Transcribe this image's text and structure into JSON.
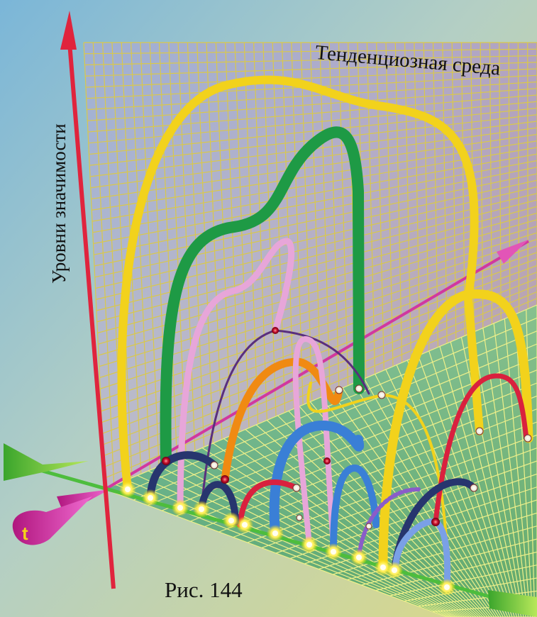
{
  "figure": {
    "environment_label": "Тенденциозная среда",
    "vertical_axis_label": "Уровни значимости",
    "time_axis_label": "t",
    "caption": "Рис. 144"
  },
  "colors": {
    "background": "#a9c8c8",
    "back_grid": "#d7c44a",
    "back_panel": "#b35fc4",
    "floor_grid": "#e8eb7a",
    "floor_panel": "#2f9a66",
    "vertical_axis": "#e0243d",
    "time_axis": "#4dbd3d",
    "depth_axis": "#d1389f",
    "arc_yellow": "#f2d21c",
    "arc_green": "#1e9a45",
    "arc_pink": "#e7a6d9",
    "arc_orange": "#f08a12",
    "arc_blue": "#3a7fd6",
    "arc_navy": "#27356e",
    "arc_red": "#d9213e"
  }
}
